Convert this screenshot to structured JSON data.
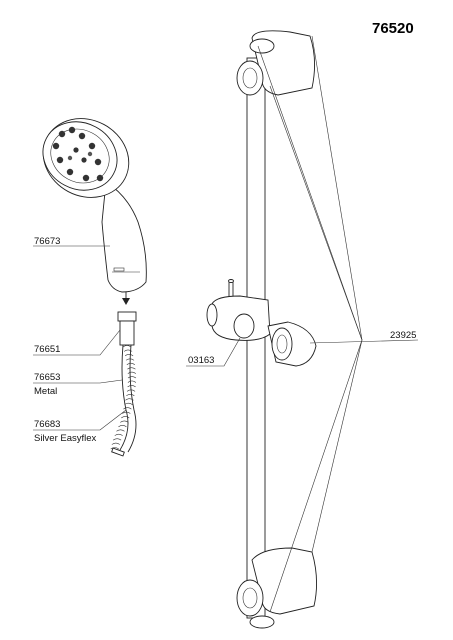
{
  "title": "76520",
  "parts": [
    {
      "code": "76673",
      "desc": ""
    },
    {
      "code": "76651",
      "desc": ""
    },
    {
      "code": "76653",
      "desc": "Metal"
    },
    {
      "code": "76683",
      "desc": "Silver Easyflex"
    },
    {
      "code": "03163",
      "desc": ""
    },
    {
      "code": "23925",
      "desc": ""
    }
  ],
  "colors": {
    "line": "#222222",
    "text": "#111111",
    "background": "#ffffff"
  }
}
